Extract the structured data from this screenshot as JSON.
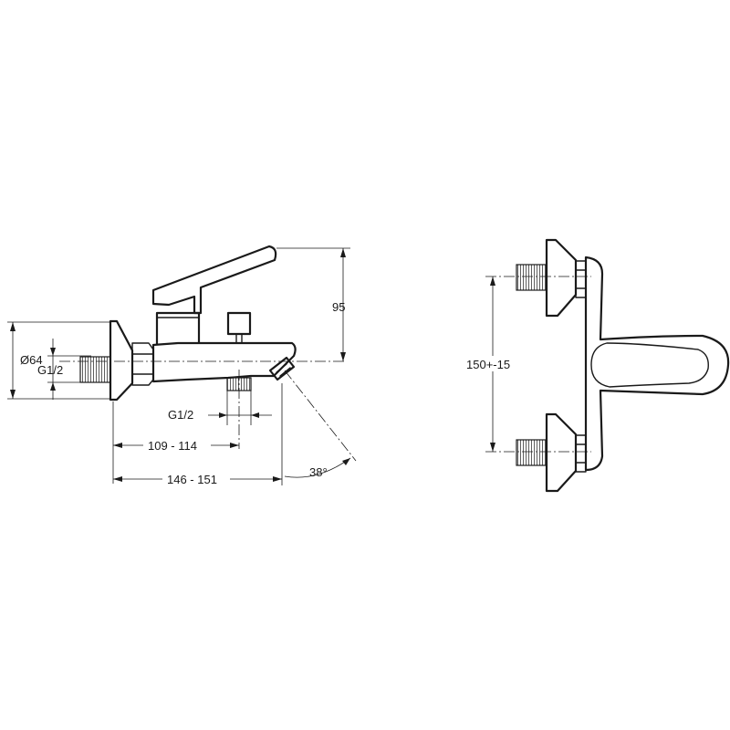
{
  "side_view": {
    "dim_diameter": "Ø64",
    "dim_inlet_thread": "G1/2",
    "dim_height": "95",
    "dim_outlet_thread": "G1/2",
    "dim_outlet_distance": "109 - 114",
    "dim_spout_reach": "146 - 151",
    "dim_spout_angle": "38°"
  },
  "front_view": {
    "dim_centers": "150+-15"
  }
}
